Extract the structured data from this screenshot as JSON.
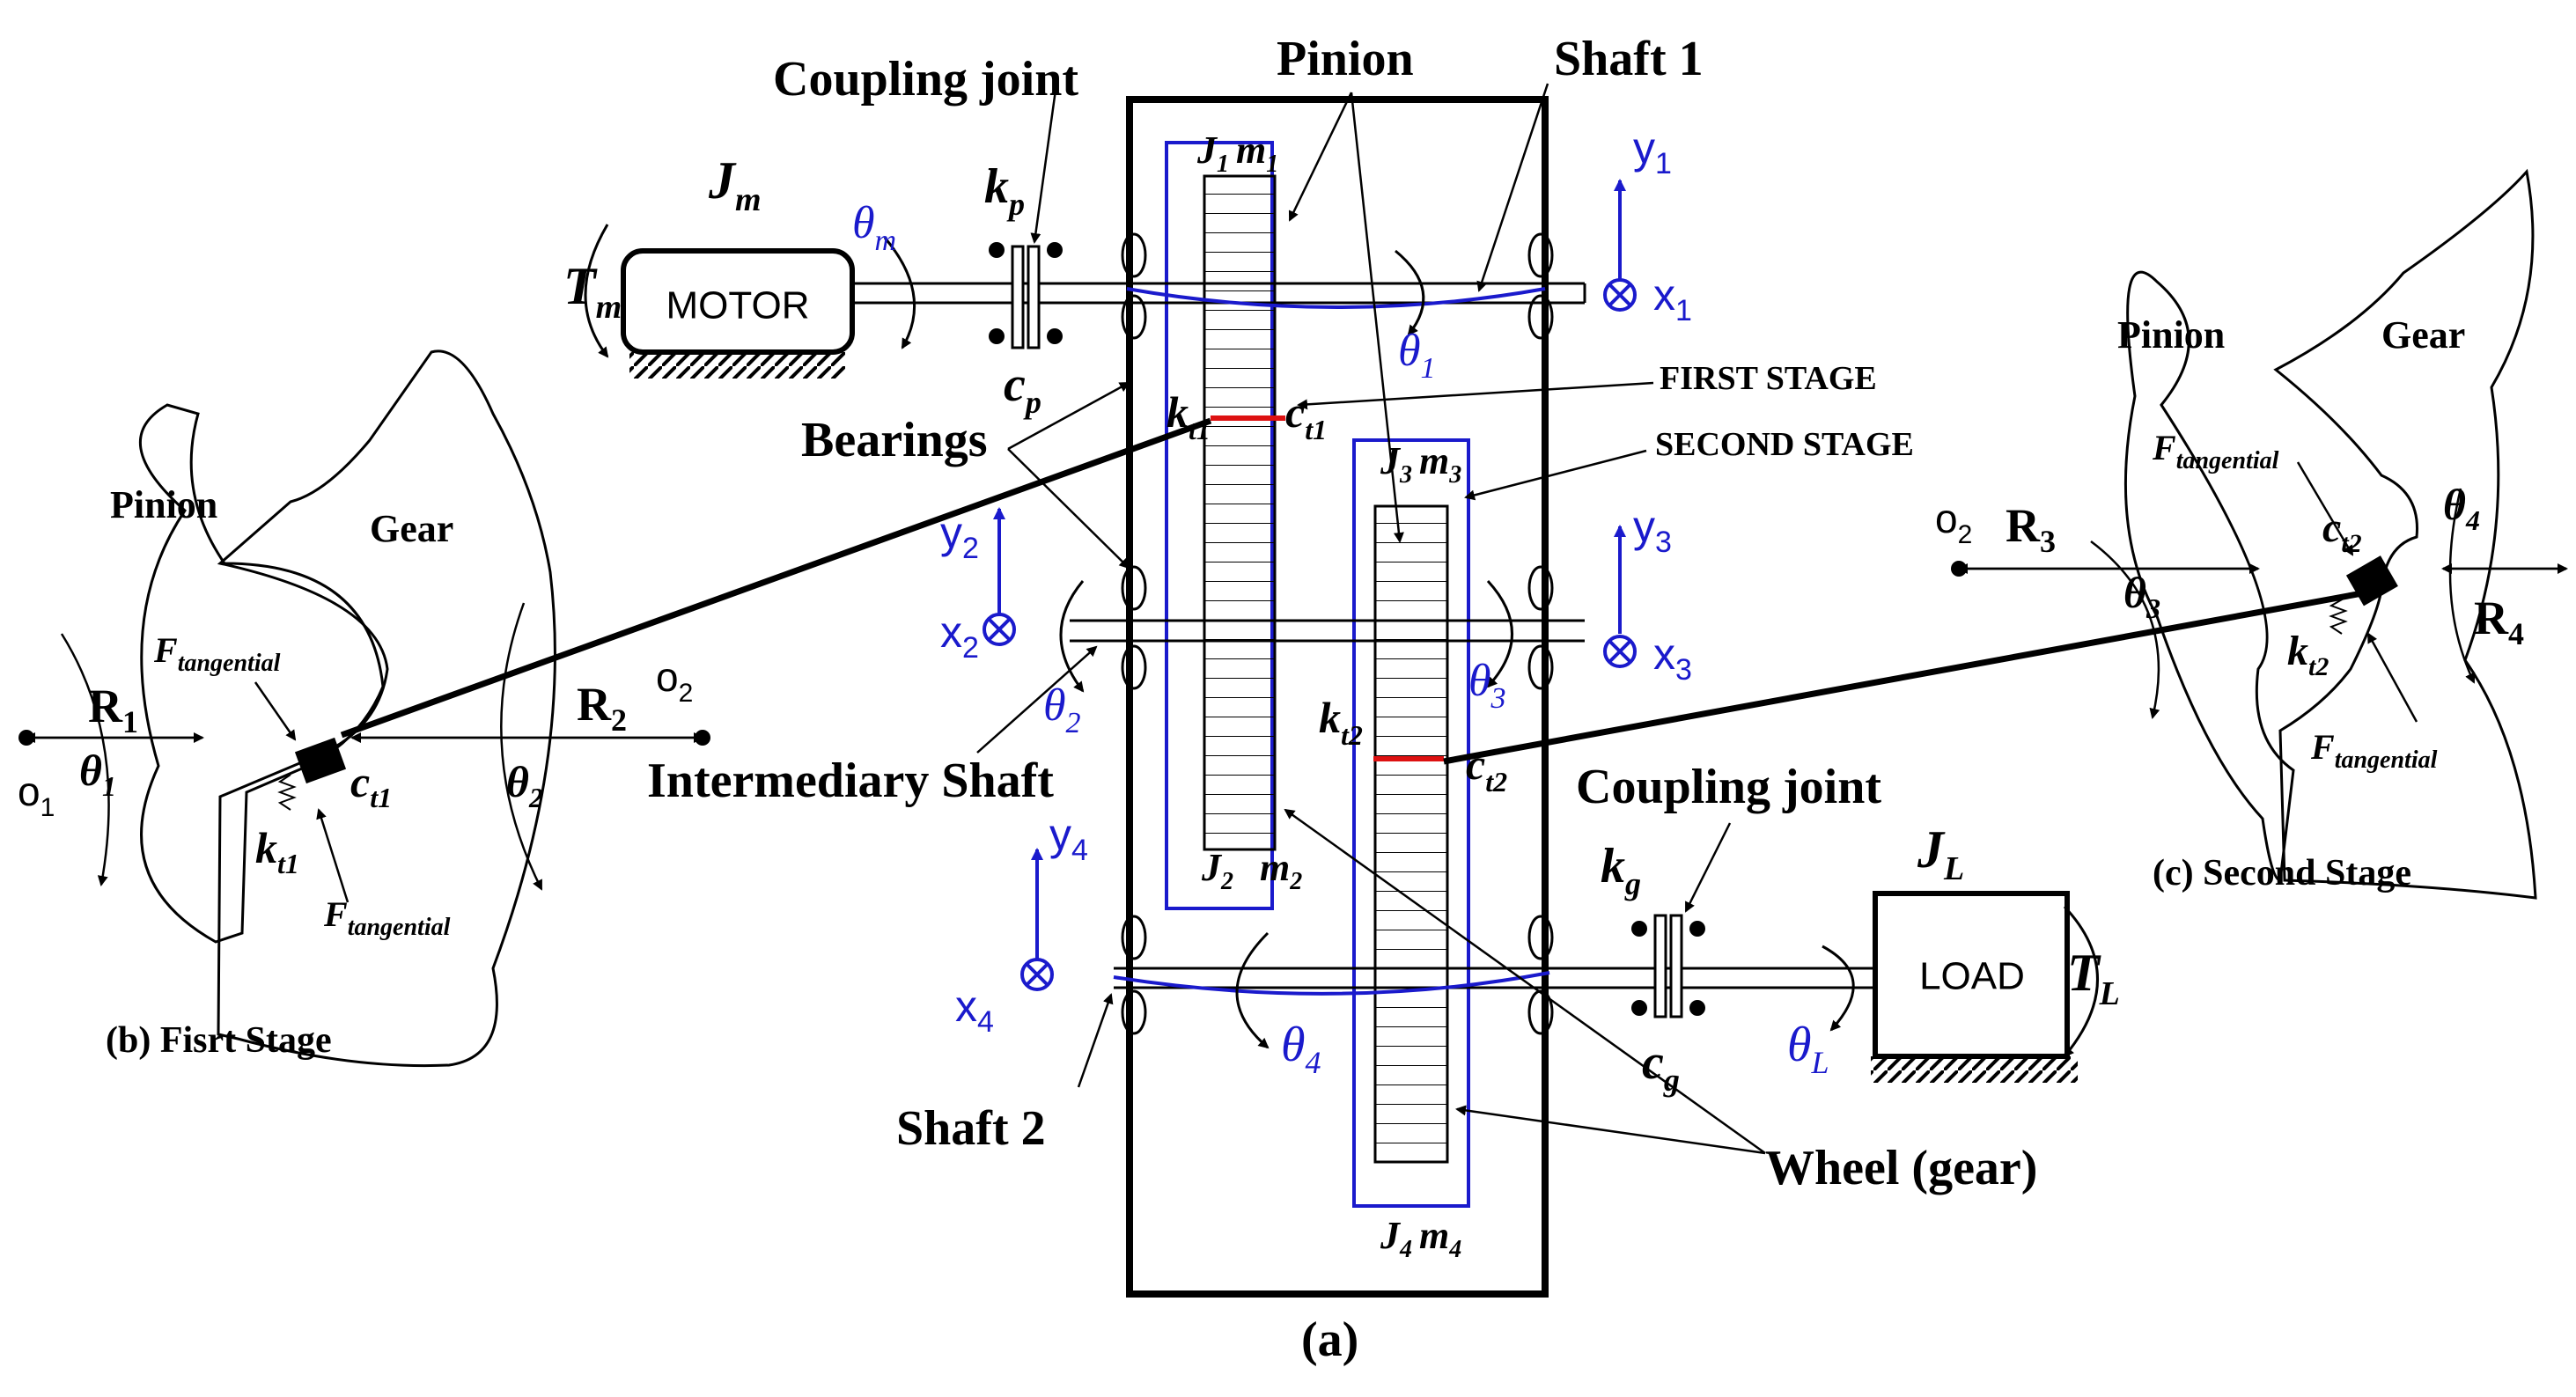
{
  "labels": {
    "coupling_joint_top": "Coupling joint",
    "pinion_top": "Pinion",
    "shaft1": "Shaft 1",
    "motor": "MOTOR",
    "bearings": "Bearings",
    "first_stage": "FIRST STAGE",
    "second_stage": "SECOND STAGE",
    "intermediary_shaft": "Intermediary Shaft",
    "coupling_joint_bottom": "Coupling joint",
    "load": "LOAD",
    "shaft2": "Shaft 2",
    "wheel_gear": "Wheel (gear)",
    "caption_a": "(a)",
    "caption_b": "(b) Fisrt Stage",
    "caption_c": "(c) Second Stage",
    "left_pinion": "Pinion",
    "left_gear": "Gear",
    "right_pinion": "Pinion",
    "right_gear": "Gear"
  },
  "symbols": {
    "Jm": "J",
    "Jm_sub": "m",
    "Tm": "T",
    "Tm_sub": "m",
    "theta_m": "θ",
    "theta_m_sub": "m",
    "kp": "k",
    "kp_sub": "p",
    "cp": "c",
    "cp_sub": "p",
    "J1": "J",
    "J1_sub": "1",
    "m1": "m",
    "m1_sub": "1",
    "J2": "J",
    "J2_sub": "2",
    "m2": "m",
    "m2_sub": "2",
    "J3": "J",
    "J3_sub": "3",
    "m3": "m",
    "m3_sub": "3",
    "J4": "J",
    "J4_sub": "4",
    "m4": "m",
    "m4_sub": "4",
    "kt1": "k",
    "kt1_sub": "t1",
    "ct1": "c",
    "ct1_sub": "t1",
    "kt2": "k",
    "kt2_sub": "t2",
    "ct2": "c",
    "ct2_sub": "t2",
    "theta1": "θ",
    "theta1_sub": "1",
    "theta2": "θ",
    "theta2_sub": "2",
    "theta3": "θ",
    "theta3_sub": "3",
    "theta4": "θ",
    "theta4_sub": "4",
    "thetaL": "θ",
    "thetaL_sub": "L",
    "kg": "k",
    "kg_sub": "g",
    "cg": "c",
    "cg_sub": "g",
    "JL": "J",
    "JL_sub": "L",
    "TL": "T",
    "TL_sub": "L",
    "y1": "y",
    "y1_sub": "1",
    "x1": "x",
    "x1_sub": "1",
    "y2": "y",
    "y2_sub": "2",
    "x2": "x",
    "x2_sub": "2",
    "y3": "y",
    "y3_sub": "3",
    "x3": "x",
    "x3_sub": "3",
    "y4": "y",
    "y4_sub": "4",
    "x4": "x",
    "x4_sub": "4"
  },
  "detail_b": {
    "R1": "R",
    "R1_sub": "1",
    "R2": "R",
    "R2_sub": "2",
    "o1": "o",
    "o1_sub": "1",
    "o2": "o",
    "o2_sub": "2",
    "theta1": "θ",
    "theta1_sub": "1",
    "theta2": "θ",
    "theta2_sub": "2",
    "F": "F",
    "F_sub": "tangential",
    "ct1": "c",
    "ct1_sub": "t1",
    "kt1": "k",
    "kt1_sub": "t1"
  },
  "detail_c": {
    "R3": "R",
    "R3_sub": "3",
    "R4": "R",
    "R4_sub": "4",
    "o2": "o",
    "o2_sub": "2",
    "theta3": "θ",
    "theta3_sub": "3",
    "theta4": "θ",
    "theta4_sub": "4",
    "F": "F",
    "F_sub": "tangential",
    "ct2": "c",
    "ct2_sub": "t2",
    "kt2": "k",
    "kt2_sub": "t2"
  },
  "colors": {
    "blue": "#1a1acc",
    "red": "#dd1111",
    "black": "#000000"
  }
}
